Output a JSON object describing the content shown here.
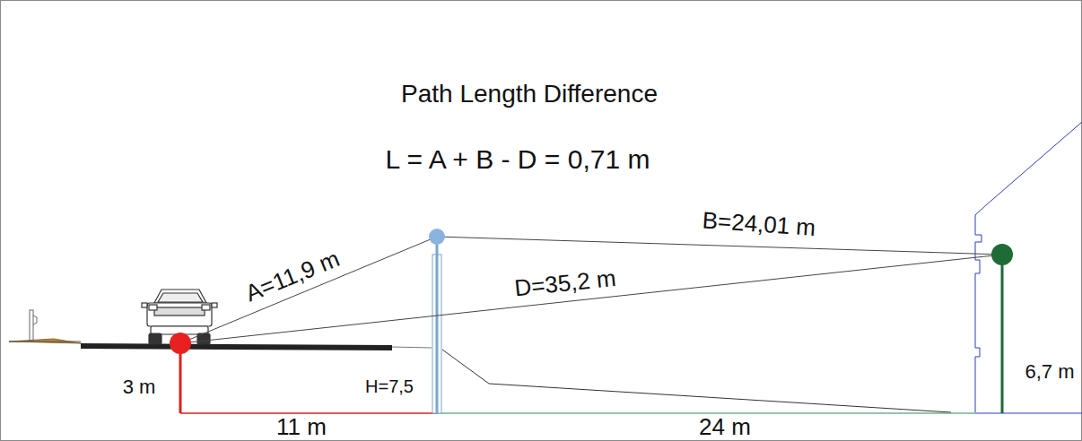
{
  "diagram": {
    "title": "Path Length Difference",
    "labels": [
      "L = A + B - D = 0,71 m",
      "A=11,9 m",
      "B=24,01 m",
      "D=35,2 m",
      "3 m",
      "H=7,5",
      "6,7 m",
      "11 m",
      "24 m"
    ]
  }
}
